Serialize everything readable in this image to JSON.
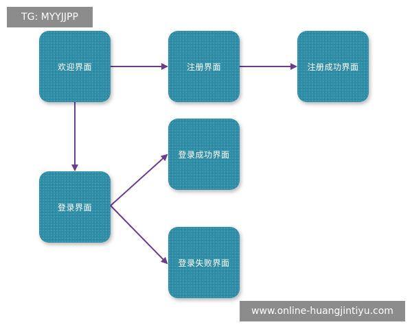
{
  "nodes": {
    "welcome": "欢迎界面",
    "register": "注册界面",
    "register_success": "注册成功界面",
    "login": "登录界面",
    "login_success": "登录成功界面",
    "login_fail": "登录失败界面"
  },
  "edges": [
    {
      "from": "welcome",
      "to": "register"
    },
    {
      "from": "register",
      "to": "register_success"
    },
    {
      "from": "welcome",
      "to": "login"
    },
    {
      "from": "login",
      "to": "login_success"
    },
    {
      "from": "login",
      "to": "login_fail"
    }
  ],
  "watermarks": {
    "top_left": "TG: MYYJJPP",
    "bottom_right": "www.online-huangjintiyu.com"
  },
  "colors": {
    "node_fill": "#2f8fa8",
    "arrow": "#6a3d8f"
  }
}
